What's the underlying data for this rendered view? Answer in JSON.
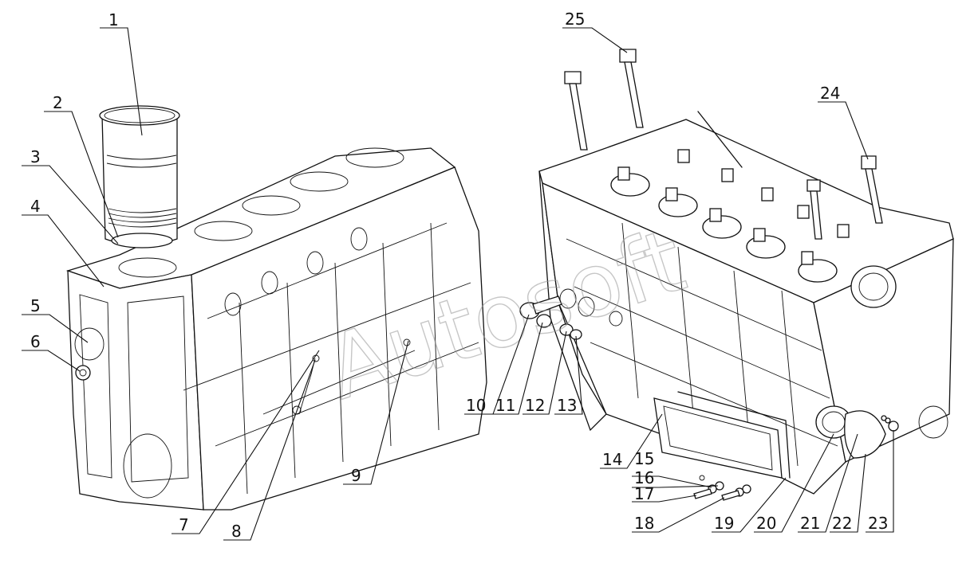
{
  "watermark": "Autosoft",
  "callouts": [
    "1",
    "2",
    "3",
    "4",
    "5",
    "6",
    "7",
    "8",
    "9",
    "10",
    "11",
    "12",
    "13",
    "14",
    "15",
    "16",
    "17",
    "18",
    "19",
    "20",
    "21",
    "22",
    "23",
    "24",
    "25"
  ]
}
